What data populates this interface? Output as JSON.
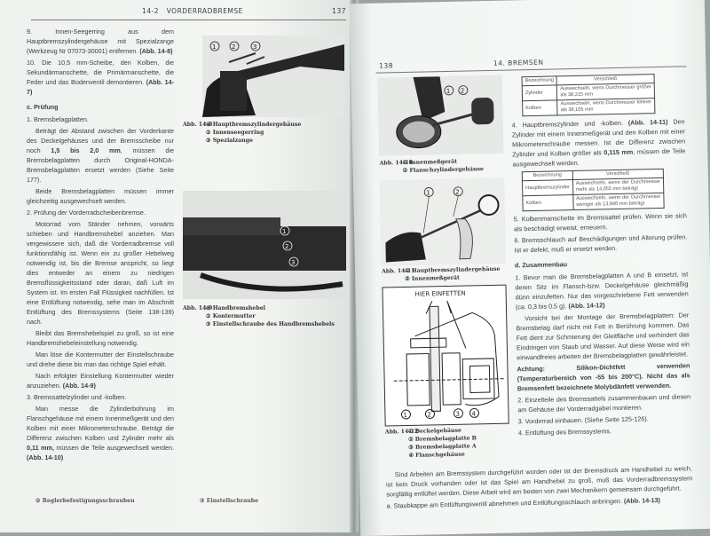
{
  "left_page": {
    "header": {
      "section": "14-2",
      "title": "VORDERRADBREMSE",
      "page": "137"
    },
    "items_top": [
      [
        {
          "t": "9. Innen-Seegerring aus dem Hauptbremszylindergehäuse mit Spezialzange (Werkzeug Nr 07073-30001) entfernen. "
        },
        {
          "t": "(Abb. 14-8)",
          "b": true
        }
      ],
      [
        {
          "t": "10. Die 10,5 mm-Scheibe, den Kolben, die Sekundärmanschette, die Primärmanschette, die Feder und das Bodenventil demontieren. "
        },
        {
          "t": "(Abb. 14-7)",
          "b": true
        }
      ]
    ],
    "section_c": "c. Prüfung",
    "c_paragraphs": [
      [
        {
          "t": "1. Bremsbelagplatten."
        }
      ],
      [
        {
          "t": "Beträgt der Abstand zwischen der Vorderkante des Deckelgehäuses und der Bremsscheibe nur noch "
        },
        {
          "t": "1,5 bis 2,0 mm",
          "b": true
        },
        {
          "t": ", müssen die Bremsbelagplatten durch Original-HONDA-Bremsbelagplatten ersetzt werden (Siehe Seite 177)."
        }
      ],
      [
        {
          "t": "Beide Bremsbelagplatten müssen immer gleichzeitig ausgewechselt werden."
        }
      ],
      [
        {
          "t": "2. Prüfung der Vorderradscheibenbremse."
        }
      ],
      [
        {
          "t": "Motorrad vom Ständer nehmen, vorwärts schieben und Handbremshebel anziehen. Man vergewissere sich, daß die Vorderradbremse voll funktionsfähig ist. Wenn ein zu großer Hebelweg notwendig ist, bis die Bremse anspricht, so liegt dies entweder an einem zu niedrigen Bremsflüssigkeitsstand oder daran, daß Luft im System ist. Im ersten Fall Flüssigkeit nachfüllen. Ist eine Entlüftung notwendig, sehe man im Abschnitt Entlüftung des Bremssystems (Seite 138-139) nach."
        }
      ],
      [
        {
          "t": "Bleibt das Bremshebelspiel zu groß, so ist eine Handbremshebeleinstellung notwendig."
        }
      ],
      [
        {
          "t": "Man löse die Kontermutter der Einstellschraube und drehe diese bis man das richtige Spiel erhält."
        }
      ],
      [
        {
          "t": "Nach erfolgter Einstellung Kontermutter wieder anzuziehen. "
        },
        {
          "t": "(Abb. 14-9)",
          "b": true
        }
      ],
      [
        {
          "t": "3. Bremssattelzylinder und -kolben."
        }
      ],
      [
        {
          "t": "Man messe die Zylinderbohrung im Flanschgehäuse mit einem Innenmeßgerät und den Kolben mit einer Mikrometerschraube. Beträgt die Differenz zwischen Kolben und Zylinder mehr als "
        },
        {
          "t": "0,11 mm,",
          "b": true
        },
        {
          "t": " müssen die Teile ausgewechselt werden. "
        },
        {
          "t": "(Abb. 14-10)",
          "b": true
        }
      ]
    ],
    "fig_8": {
      "label": "Abb. 14-8",
      "items": [
        "① Hauptbremszylindergehäuse",
        "② Innenseegerring",
        "③ Spezialzange"
      ],
      "callouts": [
        "1",
        "2",
        "3"
      ]
    },
    "fig_9": {
      "label": "Abb. 14-9",
      "items": [
        "① Handbremshebel",
        "② Kontermutter",
        "③ Einstellschraube des Handbremshebels"
      ],
      "callouts": [
        "1",
        "2",
        "3"
      ]
    },
    "footer_left": "② Reglerbefestigungsschrauben",
    "footer_right": "③ Einstellschraube"
  },
  "right_page": {
    "header": {
      "page": "138",
      "section": "14.",
      "title": "BREMSEN"
    },
    "fig_10": {
      "label": "Abb. 14-10",
      "items": [
        "① Innenmeßgerät",
        "② Flanschzylindergehäuse"
      ],
      "callouts": [
        "1",
        "2"
      ]
    },
    "fig_11": {
      "label": "Abb. 14-11",
      "items": [
        "① Hauptbremszylindergehäuse",
        "② Innenmeßgerät"
      ],
      "callouts": [
        "1",
        "2"
      ]
    },
    "fig_12": {
      "label": "Abb. 14-12",
      "title": "HIER EINFETTEN",
      "items": [
        "① Deckelgehäuse",
        "② Bremsbelagplatte B",
        "③ Bremsbelagplatte A",
        "④ Flanschgehäuse"
      ],
      "callouts": [
        "1",
        "2",
        "3",
        "4"
      ]
    },
    "table1": {
      "headers": [
        "Bezeichnung",
        "Verschleiß"
      ],
      "rows": [
        [
          "Zylinder",
          "Auswechseln, wenn Durchmesser größer als 38,215 mm"
        ],
        [
          "Kolben",
          "Auswechseln, wenn Durchmesser kleiner als 38,105 mm"
        ]
      ]
    },
    "item4": [
      {
        "t": "4. Hauptbremszylinder und -kolben. "
      },
      {
        "t": "(Abb. 14-11)",
        "b": true
      },
      {
        "t": " Den Zylinder mit einem Innenmeßgerät und den Kolben mit einer Mikrometerschraube messen. Ist die Differenz zwischen Zylinder und Kolben größer als "
      },
      {
        "t": "0,115 mm",
        "b": true
      },
      {
        "t": ", müssen die Teile ausgewechselt werden."
      }
    ],
    "table2": {
      "headers": [
        "Bezeichnung",
        "Verschleiß"
      ],
      "rows": [
        [
          "Hauptbremszylinder",
          "Auswechseln, wenn der Durchmesser mehr als 14,055 mm beträgt"
        ],
        [
          "Kolben",
          "Auswechseln, wenn der Durchmesser weniger als 13,940 mm beträgt"
        ]
      ]
    },
    "items_5_6": [
      [
        {
          "t": "5. Kolbenmanschette im Bremssattel prüfen. Wenn sie sich als beschädigt erweist, erneuern."
        }
      ],
      [
        {
          "t": "6. Bremsschlauch auf Beschädigungen und Alterung prüfen. Ist er defekt, muß er ersetzt werden."
        }
      ]
    ],
    "section_d": "d. Zusammenbau",
    "d_paragraphs": [
      [
        {
          "t": "1. Bevor man die Bremsbelagplatten A und B einsetzt, ist deren Sitz im Flansch-bzw. Deckelgehäuse gleichmäßig dünn einzufetten. Nur das vorgeschriebene Fett verwenden (ca. 0,3 bis 0,5 g). "
        },
        {
          "t": "(Abb. 14-12)",
          "b": true
        }
      ],
      [
        {
          "t": "Vorsicht bei der Montage der Bremsbelagplatten: Der Bremsbelag darf nicht mit Fett in Berührung kommen. Das Fett dient zur Schmierung der Gleitfläche und verhindert das Eindringen von Staub und Wasser. Auf diese Weise wird ein einwandfreies arbeiten der Bremsbelagplatten gewährleistet."
        }
      ],
      [
        {
          "t": "Achtung: Silikon-Dichtfett verwenden (Temperaturbereich von -55 bis 200°C). Nicht das als Bremsenfett bezeichnete Molybdänfett verwenden.",
          "b": true
        }
      ],
      [
        {
          "t": "2. Einzelteile des Bremssattels zusammenbauen und diesen am Gehäuse der Vorderradgabel montieren."
        }
      ],
      [
        {
          "t": "3. Vorderrad einbauen. (Siehe Seite 125-126)."
        }
      ],
      [
        {
          "t": "4. Entlüftung des Bremssystems."
        }
      ]
    ],
    "bottom": [
      [
        {
          "t": "Sind Arbeiten am Bremssystem durchgeführt worden oder ist der Bremsdruck am Handhebel zu weich, ist kein Druck vorhanden oder ist das Spiel am Handhebel zu groß, muß das Vorderradbremssystem sorgfältig entlüftet werden. Diese Arbeit wird am besten von zwei Mechanikern gemeinsam durchgeführt."
        }
      ],
      [
        {
          "t": "a. Staubkappe am Entlüftungsventil abnehmen und Entlüftungsschlauch anbringen. "
        },
        {
          "t": "(Abb. 14-13)",
          "b": true
        }
      ]
    ]
  }
}
